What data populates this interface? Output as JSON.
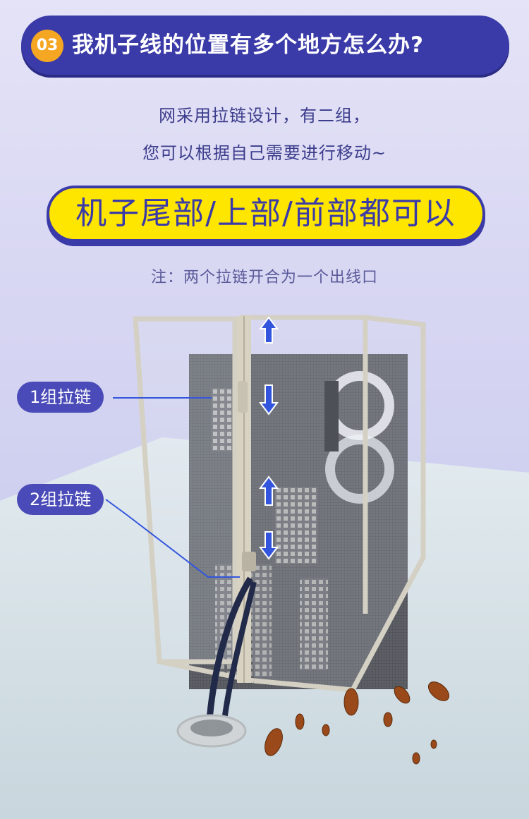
{
  "header": {
    "badge": "03",
    "title": "我机子线的位置有多个地方怎么办?"
  },
  "description": {
    "line1": "网采用拉链设计，有二组，",
    "line2": "您可以根据自己需要进行移动~"
  },
  "highlight": "机子尾部/上部/前部都可以",
  "note": "注：两个拉链开合为一个出线口",
  "labels": {
    "group1": "1组拉链",
    "group2": "2组拉链"
  },
  "colors": {
    "primary": "#3a3aa8",
    "accent": "#f5a623",
    "highlight_bg": "#ffe600",
    "arrow": "#3355dd"
  }
}
